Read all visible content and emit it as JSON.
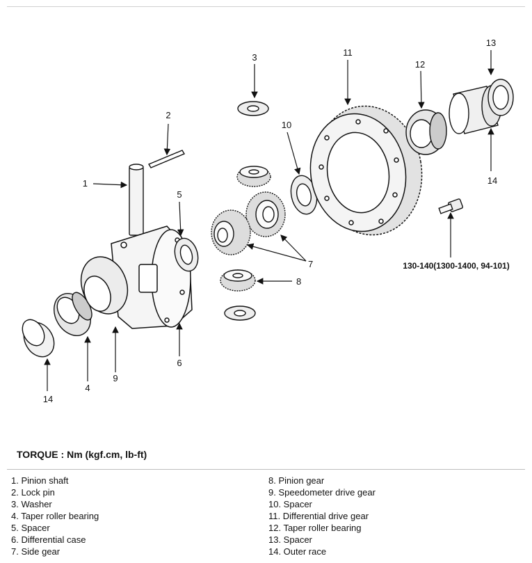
{
  "callouts": {
    "c1": "1",
    "c2": "2",
    "c3": "3",
    "c4": "4",
    "c5": "5",
    "c6": "6",
    "c7": "7",
    "c8": "8",
    "c9": "9",
    "c10": "10",
    "c11": "11",
    "c12": "12",
    "c13": "13",
    "c14a": "14",
    "c14b": "14"
  },
  "torque_spec": "130-140(1300-1400, 94-101)",
  "torque_heading": "TORQUE :  Nm (kgf.cm, lb-ft)",
  "legend": {
    "left": [
      "1.  Pinion shaft",
      "2.  Lock pin",
      "3.  Washer",
      "4.  Taper roller bearing",
      "5.  Spacer",
      "6.  Differential case",
      "7.  Side gear"
    ],
    "right": [
      "8.  Pinion gear",
      "9.  Speedometer drive gear",
      "10.  Spacer",
      "11.  Differential drive gear",
      "12.  Taper roller bearing",
      "13.  Spacer",
      "14.  Outer race"
    ]
  }
}
